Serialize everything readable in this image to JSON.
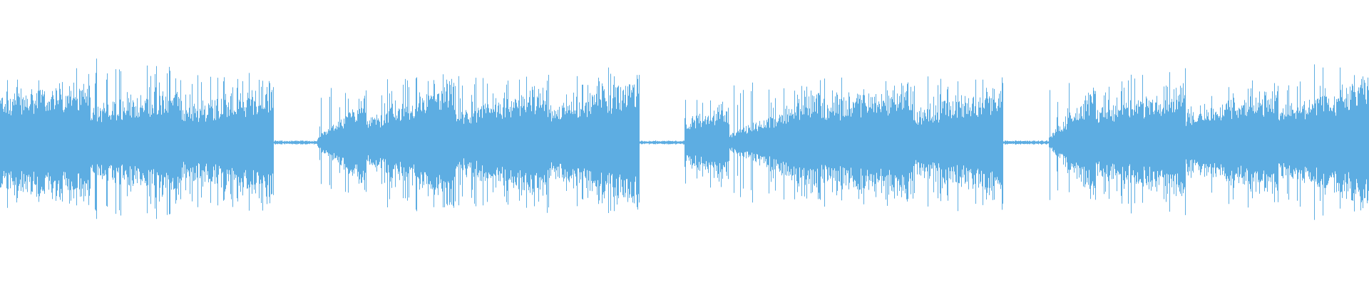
{
  "waveform": {
    "color": "#5dade2",
    "background": "#ffffff",
    "amplitude_max": 1.0,
    "segments": [
      {
        "start": 0.0,
        "end": 0.066,
        "level_start": 0.34,
        "level_end": 0.4,
        "peak": 0.48
      },
      {
        "start": 0.066,
        "end": 0.133,
        "level_start": 0.24,
        "level_end": 0.4,
        "peak": 0.56
      },
      {
        "start": 0.133,
        "end": 0.2,
        "level_start": 0.24,
        "level_end": 0.4,
        "peak": 0.46
      },
      {
        "start": 0.2,
        "end": 0.232,
        "level_start": 0.01,
        "level_end": 0.01,
        "peak": 0.015
      },
      {
        "start": 0.232,
        "end": 0.267,
        "level_start": 0.04,
        "level_end": 0.32,
        "peak": 0.38
      },
      {
        "start": 0.267,
        "end": 0.333,
        "level_start": 0.16,
        "level_end": 0.4,
        "peak": 0.46
      },
      {
        "start": 0.333,
        "end": 0.4,
        "level_start": 0.2,
        "level_end": 0.4,
        "peak": 0.46
      },
      {
        "start": 0.4,
        "end": 0.467,
        "level_start": 0.24,
        "level_end": 0.44,
        "peak": 0.5
      },
      {
        "start": 0.467,
        "end": 0.5,
        "level_start": 0.01,
        "level_end": 0.01,
        "peak": 0.015
      },
      {
        "start": 0.5,
        "end": 0.533,
        "level_start": 0.16,
        "level_end": 0.24,
        "peak": 0.3
      },
      {
        "start": 0.533,
        "end": 0.6,
        "level_start": 0.06,
        "level_end": 0.36,
        "peak": 0.44
      },
      {
        "start": 0.6,
        "end": 0.667,
        "level_start": 0.28,
        "level_end": 0.38,
        "peak": 0.44
      },
      {
        "start": 0.667,
        "end": 0.733,
        "level_start": 0.22,
        "level_end": 0.4,
        "peak": 0.46
      },
      {
        "start": 0.733,
        "end": 0.766,
        "level_start": 0.01,
        "level_end": 0.01,
        "peak": 0.015
      },
      {
        "start": 0.766,
        "end": 0.8,
        "level_start": 0.04,
        "level_end": 0.38,
        "peak": 0.44
      },
      {
        "start": 0.8,
        "end": 0.866,
        "level_start": 0.22,
        "level_end": 0.4,
        "peak": 0.48
      },
      {
        "start": 0.866,
        "end": 0.934,
        "level_start": 0.22,
        "level_end": 0.38,
        "peak": 0.42
      },
      {
        "start": 0.934,
        "end": 1.0,
        "level_start": 0.24,
        "level_end": 0.44,
        "peak": 0.5
      }
    ]
  }
}
